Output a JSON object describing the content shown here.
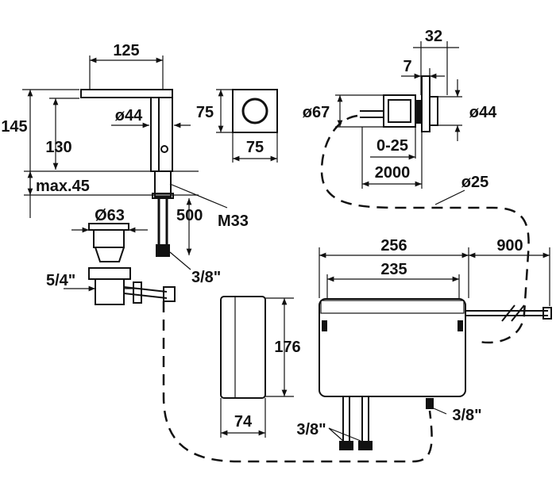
{
  "dimensions": {
    "spout_width": "125",
    "total_height": "145",
    "spout_height": "130",
    "spout_diameter": "ø44",
    "deck_thickness": "max.45",
    "thread": "M33",
    "hose_length": "500",
    "hose_connection": "3/8\"",
    "waste_diameter": "Ø63",
    "waste_thread": "5/4\"",
    "plate_height": "75",
    "plate_width": "75",
    "wall_offset_outer": "32",
    "wall_offset_inner": "7",
    "wall_diameter_left": "ø67",
    "wall_diameter_right": "ø44",
    "wall_adjust": "0-25",
    "cable_length": "2000",
    "hose_diameter": "ø25",
    "box_width_outer": "256",
    "box_width_inner": "235",
    "power_cable": "900",
    "box_height": "176",
    "box_depth": "74",
    "box_connections": "3/8\"",
    "box_side_connection": "3/8\""
  }
}
